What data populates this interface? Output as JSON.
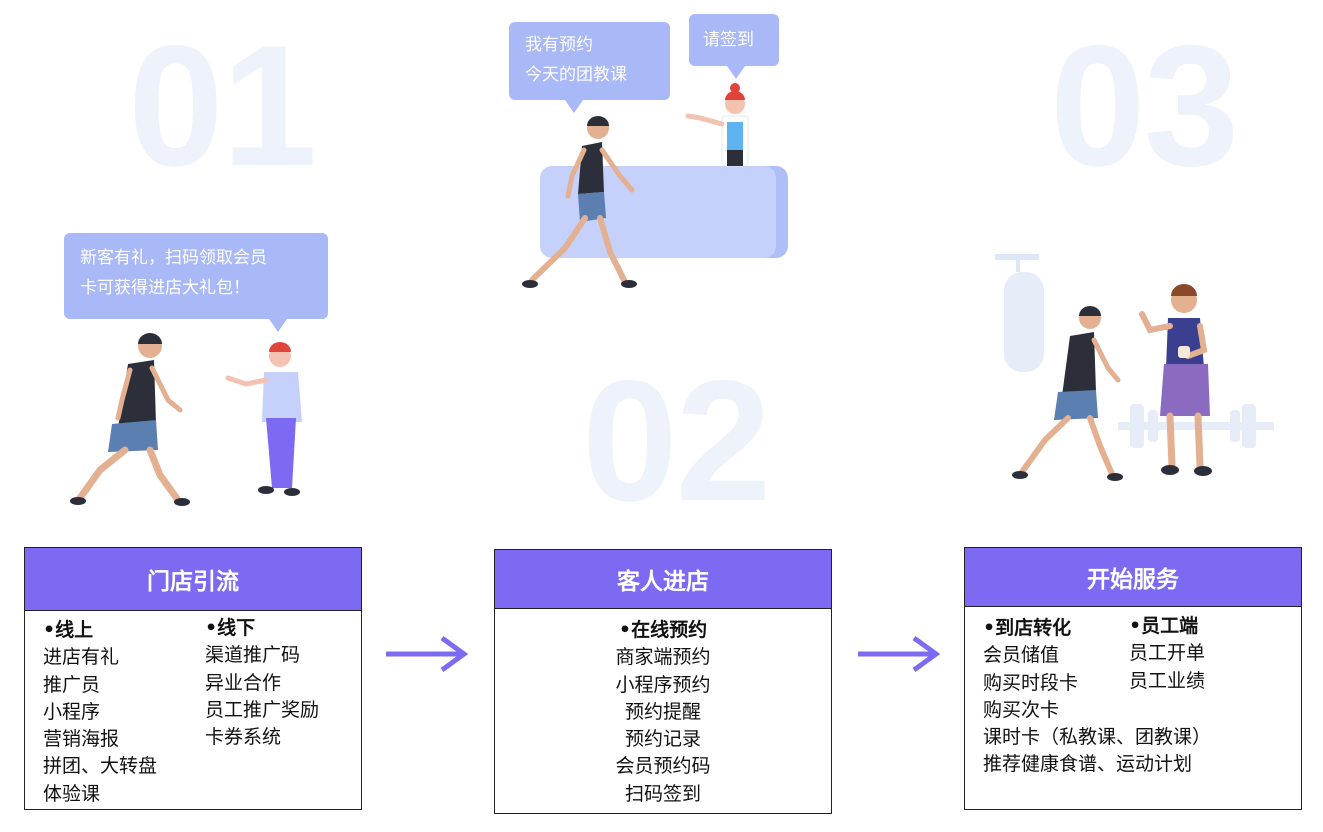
{
  "numbers": [
    "01",
    "02",
    "03"
  ],
  "bubbles": {
    "b1": {
      "line1": "新客有礼，扫码领取会员",
      "line2": "卡可获得进店大礼包！"
    },
    "b2": {
      "line1": "我有预约",
      "line2": "今天的团教课"
    },
    "b3": {
      "text": "请签到"
    }
  },
  "cards": [
    {
      "title": "门店引流",
      "col1": {
        "head": "•线上",
        "items": [
          "进店有礼",
          "推广员",
          "小程序",
          "营销海报",
          "拼团、大转盘",
          "体验课"
        ]
      },
      "col2": {
        "head": "•线下",
        "items": [
          "渠道推广码",
          "异业合作",
          "员工推广奖励",
          "卡券系统"
        ]
      }
    },
    {
      "title": "客人进店",
      "col1": {
        "head": "•在线预约",
        "items": [
          "商家端预约",
          "小程序预约",
          "预约提醒",
          "预约记录",
          "会员预约码",
          "扫码签到"
        ]
      }
    },
    {
      "title": "开始服务",
      "col1": {
        "head": "•到店转化",
        "items": [
          "会员储值",
          "购买时段卡",
          "购买次卡",
          "课时卡（私教课、团教课）",
          "推荐健康食谱、运动计划"
        ]
      },
      "col2": {
        "head": "•员工端",
        "items": [
          "员工开单",
          "员工业绩"
        ]
      }
    }
  ],
  "colors": {
    "header": "#7d6af2",
    "bubble": "#a9b8f7",
    "arrow": "#7d6af2",
    "number": "#eef2fb"
  }
}
